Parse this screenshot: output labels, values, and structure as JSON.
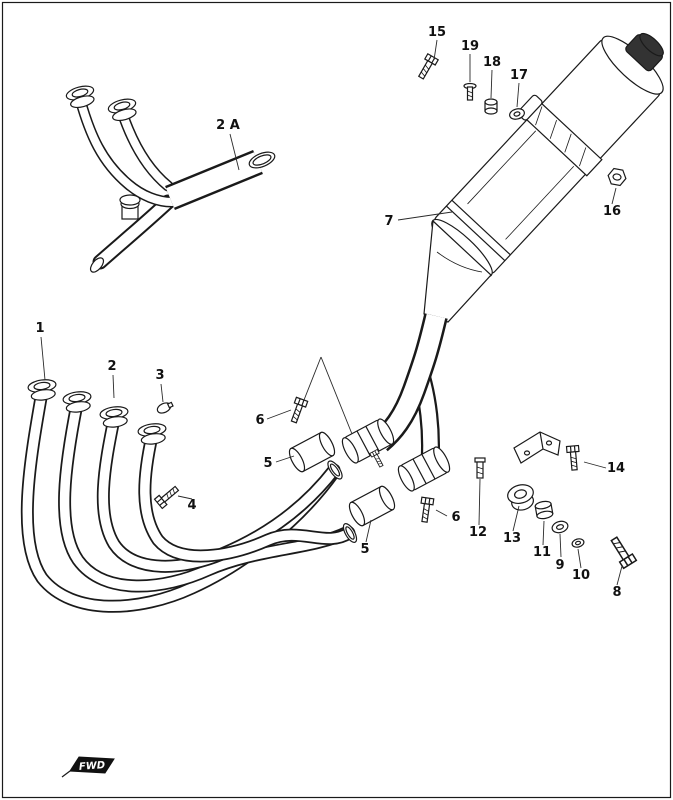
{
  "diagram": {
    "fwd_label": "FWD",
    "colors": {
      "ink": "#1a1a1a",
      "paper": "#ffffff"
    },
    "callouts": [
      {
        "id": "c15",
        "label": "15"
      },
      {
        "id": "c19",
        "label": "19"
      },
      {
        "id": "c18",
        "label": "18"
      },
      {
        "id": "c17",
        "label": "17"
      },
      {
        "id": "c2a",
        "label": "2 A"
      },
      {
        "id": "c7",
        "label": "7"
      },
      {
        "id": "c16",
        "label": "16"
      },
      {
        "id": "c1",
        "label": "1"
      },
      {
        "id": "c2",
        "label": "2"
      },
      {
        "id": "c3",
        "label": "3"
      },
      {
        "id": "c6l",
        "label": "6"
      },
      {
        "id": "c5u",
        "label": "5"
      },
      {
        "id": "c4",
        "label": "4"
      },
      {
        "id": "c5l",
        "label": "5"
      },
      {
        "id": "c6r",
        "label": "6"
      },
      {
        "id": "c12",
        "label": "12"
      },
      {
        "id": "c13",
        "label": "13"
      },
      {
        "id": "c11",
        "label": "11"
      },
      {
        "id": "c9",
        "label": "9"
      },
      {
        "id": "c10",
        "label": "10"
      },
      {
        "id": "c8",
        "label": "8"
      },
      {
        "id": "c14",
        "label": "14"
      }
    ]
  }
}
